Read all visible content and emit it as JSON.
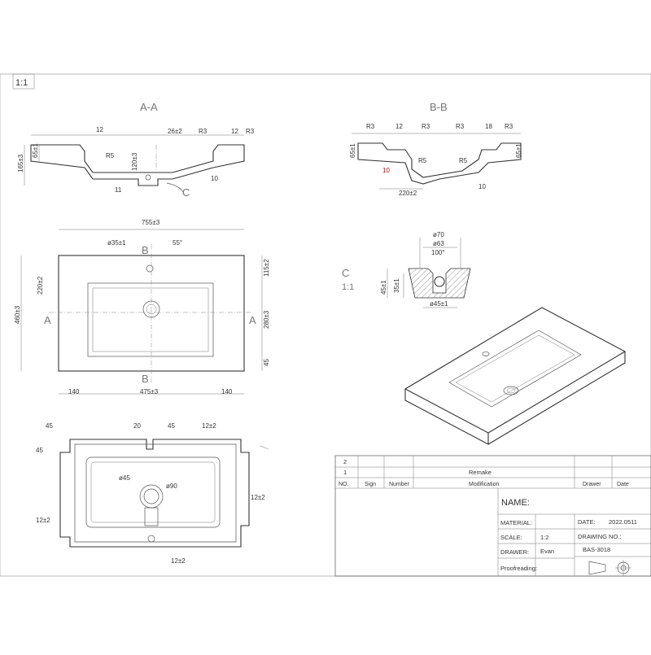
{
  "sheet": {
    "scale_tag": "1:1"
  },
  "section_aa": {
    "title": "A-A",
    "dims": [
      "12",
      "26±2",
      "R3",
      "12",
      "R3",
      "65±1",
      "165±3",
      "R5",
      "120±3",
      "11",
      "10"
    ],
    "detail_tag": "C"
  },
  "section_bb": {
    "title": "B-B",
    "dims": [
      "R3",
      "12",
      "R3",
      "18",
      "R3",
      "65±1",
      "R5",
      "R5",
      "65±1",
      "10",
      "220±2",
      "10"
    ]
  },
  "plan": {
    "dims": [
      "755±3",
      "ø35±1",
      "55°",
      "115±2",
      "220±2",
      "460±3",
      "280±3",
      "45",
      "140",
      "475±3",
      "140"
    ],
    "section_markers": [
      "A",
      "A",
      "B",
      "B"
    ]
  },
  "detail_c": {
    "tag": "C",
    "scale": "1:1",
    "dims": [
      "ø70",
      "ø63",
      "100°",
      "45±1",
      "35±1",
      "ø45±1"
    ]
  },
  "bottom_view": {
    "dims": [
      "45",
      "45",
      "20",
      "45",
      "12±2",
      "ø45",
      "ø90",
      "12±2",
      "12±2",
      "12±2"
    ]
  },
  "title_block": {
    "revisions": [
      {
        "no": "2",
        "change": ""
      },
      {
        "no": "1",
        "change": "Remake"
      }
    ],
    "headers": {
      "no": "NO.",
      "sign": "Sign",
      "number": "Number",
      "modification": "Modification",
      "drawer": "Drawer",
      "date": "Date"
    },
    "name_label": "NAME:",
    "material_label": "MATERIAL:",
    "date_label": "DATE:",
    "date_value": "2022.0511",
    "scale_label": "SCALE:",
    "scale_value": "1:2",
    "drawing_no_label": "DRAWING NO.:",
    "drawing_no_value": "BAS-3018",
    "drawer_label": "DRAWER:",
    "drawer_value": "Evan",
    "proofreading_label": "Proofreading:"
  },
  "colors": {
    "line": "#555555",
    "text": "#333333",
    "marker": "#cc0000"
  }
}
